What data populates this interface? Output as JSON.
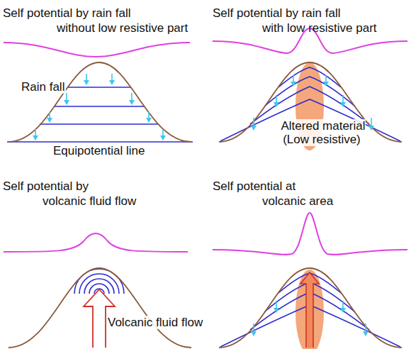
{
  "diagram": {
    "labels": [
      "Self potential by rain fall without low resistive part",
      "Self potential by rain fall with low resistive part",
      "Rain fall",
      "Altered material (Low resistive)",
      "Equipotential line",
      "Self potential by volcanic fluid flow",
      "Self potential at volcanic area",
      "Volcanic fluid flow"
    ]
  }
}
